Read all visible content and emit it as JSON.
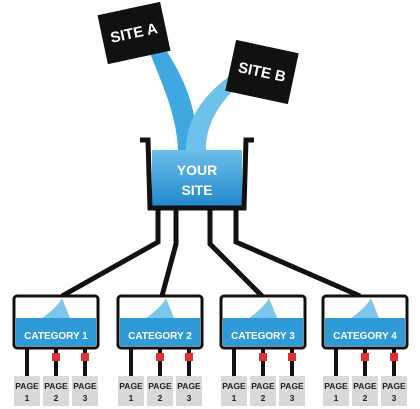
{
  "sources": [
    {
      "label": "SITE  A",
      "color": "#111111",
      "text_color": "#ffffff"
    },
    {
      "label": "SITE  B",
      "color": "#111111",
      "text_color": "#ffffff"
    }
  ],
  "hub": {
    "line1": "YOUR",
    "line2": "SITE",
    "color": "#2f9ad8",
    "text_color": "#ffffff"
  },
  "categories": [
    {
      "label": "CATEGORY 1",
      "pages": [
        {
          "line1": "PAGE",
          "line2": "1"
        },
        {
          "line1": "PAGE",
          "line2": "2"
        },
        {
          "line1": "PAGE",
          "line2": "3"
        }
      ]
    },
    {
      "label": "CATEGORY 2",
      "pages": [
        {
          "line1": "PAGE",
          "line2": "1"
        },
        {
          "line1": "PAGE",
          "line2": "2"
        },
        {
          "line1": "PAGE",
          "line2": "3"
        }
      ]
    },
    {
      "label": "CATEGORY 3",
      "pages": [
        {
          "line1": "PAGE",
          "line2": "1"
        },
        {
          "line1": "PAGE",
          "line2": "2"
        },
        {
          "line1": "PAGE",
          "line2": "3"
        }
      ]
    },
    {
      "label": "CATEGORY 4",
      "pages": [
        {
          "line1": "PAGE",
          "line2": "1"
        },
        {
          "line1": "PAGE",
          "line2": "2"
        },
        {
          "line1": "PAGE",
          "line2": "3"
        }
      ]
    }
  ],
  "colors": {
    "water": "#2f9ad8",
    "water_light": "#7cc6ec",
    "pipe": "#111111",
    "page_box": "#d9d9d9",
    "valve": "#e0312f"
  }
}
